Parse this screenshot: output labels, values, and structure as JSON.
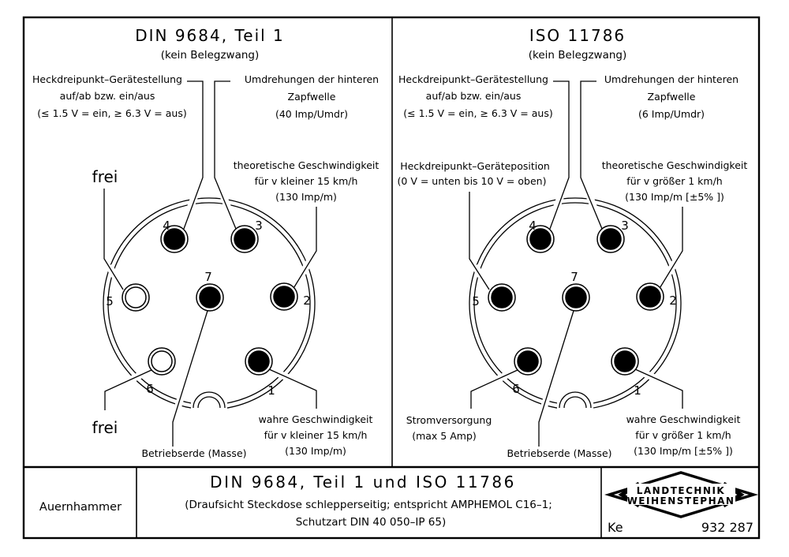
{
  "sheet": {
    "bg": "#ffffff",
    "ink": "#000000"
  },
  "panels": [
    {
      "title": "DIN 9684, Teil 1",
      "subtitle": "(kein Belegzwang)",
      "labels": {
        "hitch1": "Heckdreipunkt–Gerätestellung",
        "hitch2": "auf/ab bzw. ein/aus",
        "hitch3": "(≤ 1.5 V = ein, ≥  6.3 V = aus)",
        "pto1": "Umdrehungen der hinteren",
        "pto2": "Zapfwelle",
        "pto3": "(40 Imp/Umdr)",
        "theo1": "theoretische Geschwindigkeit",
        "theo2": "für v kleiner 15 km/h",
        "theo3": "(130 Imp/m)",
        "pin5a": "frei",
        "pin5b": "",
        "pin6a": "frei",
        "pin6b": "",
        "ground": "Betriebserde (Masse)",
        "true1": "wahre Geschwindigkeit",
        "true2": "für v kleiner 15 km/h",
        "true3": "(130 Imp/m)"
      },
      "pins": {
        "p1": {
          "label": "1",
          "fill": "#000000"
        },
        "p2": {
          "label": "2",
          "fill": "#000000"
        },
        "p3": {
          "label": "3",
          "fill": "#000000"
        },
        "p4": {
          "label": "4",
          "fill": "#000000"
        },
        "p5": {
          "label": "5",
          "fill": "#ffffff"
        },
        "p6": {
          "label": "6",
          "fill": "#ffffff"
        },
        "p7": {
          "label": "7",
          "fill": "#000000"
        }
      }
    },
    {
      "title": "ISO 11786",
      "subtitle": "(kein Belegzwang)",
      "labels": {
        "hitch1": "Heckdreipunkt–Gerätestellung",
        "hitch2": "auf/ab bzw. ein/aus",
        "hitch3": "(≤ 1.5 V = ein, ≥  6.3 V = aus)",
        "pto1": "Umdrehungen der hinteren",
        "pto2": "Zapfwelle",
        "pto3": "(6 Imp/Umdr)",
        "theo1": "theoretische Geschwindigkeit",
        "theo2": "für v größer 1 km/h",
        "theo3": "(130 Imp/m [±5% ])",
        "pin5a": "Heckdreipunkt–Geräteposition",
        "pin5b": "(0 V = unten bis 10 V = oben)",
        "pin6a": "Stromversorgung",
        "pin6b": "(max 5 Amp)",
        "ground": "Betriebserde (Masse)",
        "true1": "wahre Geschwindigkeit",
        "true2": "für v größer 1 km/h",
        "true3": "(130 Imp/m [±5% ])"
      },
      "pins": {
        "p1": {
          "label": "1",
          "fill": "#000000"
        },
        "p2": {
          "label": "2",
          "fill": "#000000"
        },
        "p3": {
          "label": "3",
          "fill": "#000000"
        },
        "p4": {
          "label": "4",
          "fill": "#000000"
        },
        "p5": {
          "label": "5",
          "fill": "#000000"
        },
        "p6": {
          "label": "6",
          "fill": "#000000"
        },
        "p7": {
          "label": "7",
          "fill": "#000000"
        }
      }
    }
  ],
  "titleblock": {
    "author": "Auernhammer",
    "title": "DIN 9684, Teil 1 und ISO 11786",
    "sub1": "(Draufsicht Steckdose schlepperseitig; entspricht AMPHEMOL C16–1;",
    "sub2": "Schutzart DIN 40 050–IP 65)",
    "logo_line1": "LANDTECHNIK",
    "logo_line2": "WEIHENSTEPHAN",
    "sig": "Ke",
    "number": "932 287"
  }
}
